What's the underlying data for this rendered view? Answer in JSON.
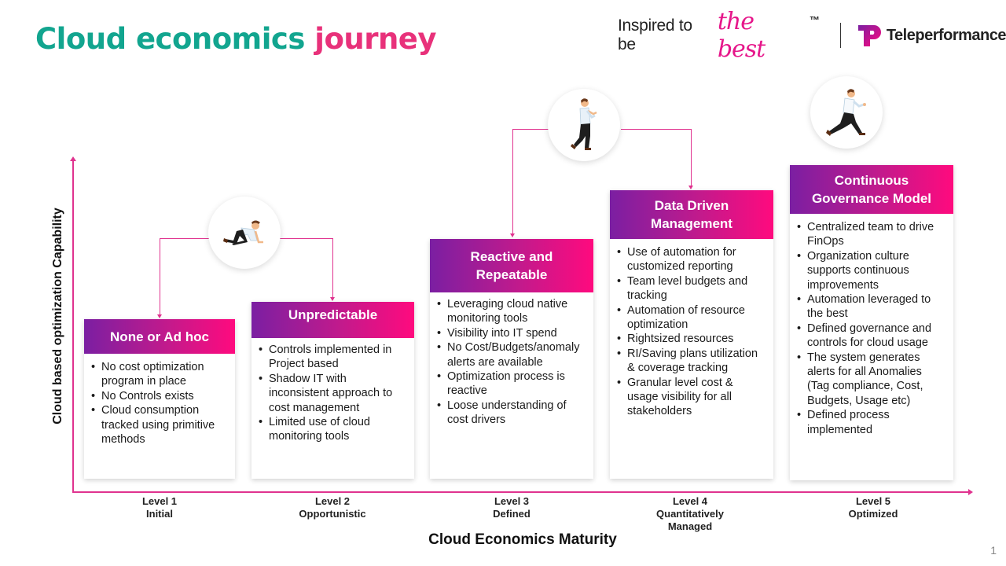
{
  "title": {
    "part1": "Cloud economics",
    "part2": "journey"
  },
  "brand": {
    "tagline": "Inspired to be",
    "tagline_emphasis": "the best",
    "trademark": "™",
    "company": "Teleperformance"
  },
  "colors": {
    "title_teal": "#12a58f",
    "title_pink": "#e8317a",
    "accent": "#e0338f",
    "gradient_start": "#7b1fa2",
    "gradient_end": "#ff0a7e"
  },
  "axes": {
    "y_label": "Cloud based optimization Capability",
    "x_label": "Cloud Economics Maturity"
  },
  "levels": [
    {
      "number": "Level 1",
      "name": "Initial"
    },
    {
      "number": "Level 2",
      "name": "Opportunistic"
    },
    {
      "number": "Level 3",
      "name": "Defined"
    },
    {
      "number": "Level 4",
      "name": "Quantitatively Managed"
    },
    {
      "number": "Level 5",
      "name": "Optimized"
    }
  ],
  "stages": [
    {
      "title": "None or Ad hoc",
      "bullets": [
        "No cost optimization program in place",
        "No Controls exists",
        "Cloud consumption tracked using primitive methods"
      ]
    },
    {
      "title": "Unpredictable",
      "bullets": [
        "Controls implemented in Project based",
        "Shadow IT with inconsistent approach to cost management",
        "Limited use of cloud monitoring tools"
      ]
    },
    {
      "title": "Reactive and Repeatable",
      "bullets": [
        "Leveraging cloud native monitoring tools",
        "Visibility into IT spend",
        "No Cost/Budgets/anomaly alerts are available",
        "Optimization process is reactive",
        "Loose understanding of cost drivers"
      ]
    },
    {
      "title": "Data Driven Management",
      "bullets": [
        "Use of automation for customized reporting",
        "Team level budgets and tracking",
        "Automation of resource optimization",
        "Rightsized resources",
        "RI/Saving plans utilization & coverage tracking",
        "Granular level cost & usage visibility for all stakeholders"
      ]
    },
    {
      "title": "Continuous Governance Model",
      "bullets": [
        "Centralized team to drive FinOps",
        "Organization culture supports continuous improvements",
        "Automation leveraged to the best",
        "Defined governance and controls for cloud usage",
        "The system generates alerts for all Anomalies (Tag compliance, Cost, Budgets, Usage etc)",
        "Defined process implemented"
      ]
    }
  ],
  "icons": [
    "crawling-person-icon",
    "walking-person-icon",
    "running-person-icon"
  ],
  "page_number": "1"
}
